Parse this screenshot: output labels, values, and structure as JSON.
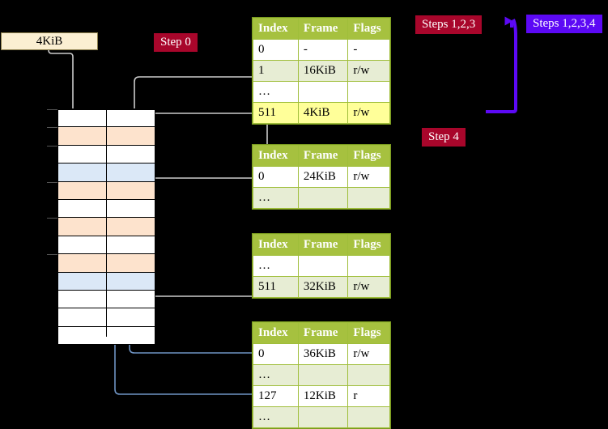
{
  "labels": {
    "mem_size": "4KiB",
    "step0": "Step 0",
    "steps123": "Steps 1,2,3",
    "steps1234": "Steps 1,2,3,4",
    "step4": "Step 4"
  },
  "colors": {
    "header_green": "#a6c13f",
    "row_alt": "#e7edd4",
    "highlight": "#ffff99",
    "chip_red": "#a8062b",
    "chip_violet": "#5c09f5",
    "mem_orange": "#fde3cd",
    "mem_blue": "#dbe8f7",
    "wire_grey": "#c9c9c9",
    "wire_blue": "#6f94c4"
  },
  "tables": [
    {
      "id": "pml4",
      "headers": [
        "Index",
        "Frame",
        "Flags"
      ],
      "rows": [
        {
          "cells": [
            "0",
            "-",
            "-"
          ],
          "style": "plain",
          "highlight": false
        },
        {
          "cells": [
            "1",
            "16KiB",
            "r/w"
          ],
          "style": "alt",
          "highlight": false
        },
        {
          "cells": [
            "…",
            "",
            ""
          ],
          "style": "plain",
          "highlight": false
        },
        {
          "cells": [
            "511",
            "4KiB",
            "r/w"
          ],
          "style": "alt",
          "highlight": true
        }
      ]
    },
    {
      "id": "pdpt",
      "headers": [
        "Index",
        "Frame",
        "Flags"
      ],
      "rows": [
        {
          "cells": [
            "0",
            "24KiB",
            "r/w"
          ],
          "style": "plain",
          "highlight": false
        },
        {
          "cells": [
            "…",
            "",
            ""
          ],
          "style": "alt",
          "highlight": false
        }
      ]
    },
    {
      "id": "pd",
      "headers": [
        "Index",
        "Frame",
        "Flags"
      ],
      "rows": [
        {
          "cells": [
            "…",
            "",
            ""
          ],
          "style": "plain",
          "highlight": false
        },
        {
          "cells": [
            "511",
            "32KiB",
            "r/w"
          ],
          "style": "alt",
          "highlight": false
        }
      ]
    },
    {
      "id": "pt",
      "headers": [
        "Index",
        "Frame",
        "Flags"
      ],
      "rows": [
        {
          "cells": [
            "0",
            "36KiB",
            "r/w"
          ],
          "style": "plain",
          "highlight": false
        },
        {
          "cells": [
            "…",
            "",
            ""
          ],
          "style": "alt",
          "highlight": false
        },
        {
          "cells": [
            "127",
            "12KiB",
            "r"
          ],
          "style": "plain",
          "highlight": false
        },
        {
          "cells": [
            "…",
            "",
            ""
          ],
          "style": "alt",
          "highlight": false
        }
      ]
    }
  ],
  "memory": {
    "rows": [
      {
        "fill": "white",
        "tick": true
      },
      {
        "fill": "orange",
        "tick": true
      },
      {
        "fill": "white",
        "tick": true
      },
      {
        "fill": "blue",
        "tick": false
      },
      {
        "fill": "orange",
        "tick": true
      },
      {
        "fill": "white",
        "tick": false
      },
      {
        "fill": "orange",
        "tick": true
      },
      {
        "fill": "white",
        "tick": false
      },
      {
        "fill": "orange",
        "tick": true
      },
      {
        "fill": "blue",
        "tick": false
      },
      {
        "fill": "white",
        "tick": false
      },
      {
        "fill": "white",
        "tick": false
      },
      {
        "fill": "white",
        "tick": false
      }
    ]
  }
}
